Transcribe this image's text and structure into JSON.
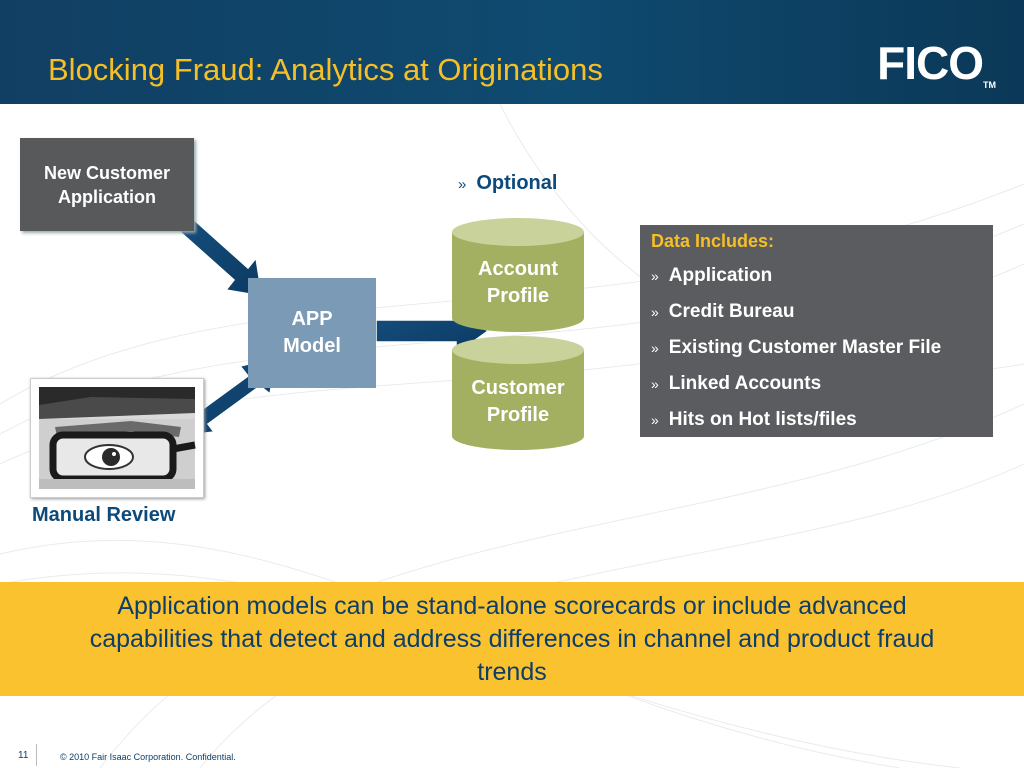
{
  "header": {
    "title": "Blocking Fraud: Analytics at Originations",
    "logo_text": "FICO",
    "logo_tm": "TM"
  },
  "diagram": {
    "new_customer": "New Customer Application",
    "app_model": "APP Model",
    "optional": "Optional",
    "account_profile": "Account Profile",
    "customer_profile": "Customer Profile",
    "manual_review": "Manual Review",
    "data_box": {
      "title": "Data Includes:",
      "items": [
        "Application",
        "Credit Bureau",
        "Existing Customer Master File",
        "Linked Accounts",
        "Hits on Hot lists/files"
      ]
    },
    "chevron": "»"
  },
  "banner": {
    "text": "Application models can be stand-alone scorecards or include advanced capabilities that detect and address differences in channel and product fraud trends"
  },
  "footer": {
    "page_number": "11",
    "copyright": "© 2010 Fair Isaac Corporation. Confidential."
  },
  "colors": {
    "header_bg": "#0f4a70",
    "title": "#f6bf26",
    "box_dark": "#58595b",
    "app_model": "#7b9ab5",
    "cylinder": "#a3b061",
    "data_box": "#5b5c5f",
    "banner": "#fbc22f",
    "label_blue": "#0d4a7a"
  }
}
